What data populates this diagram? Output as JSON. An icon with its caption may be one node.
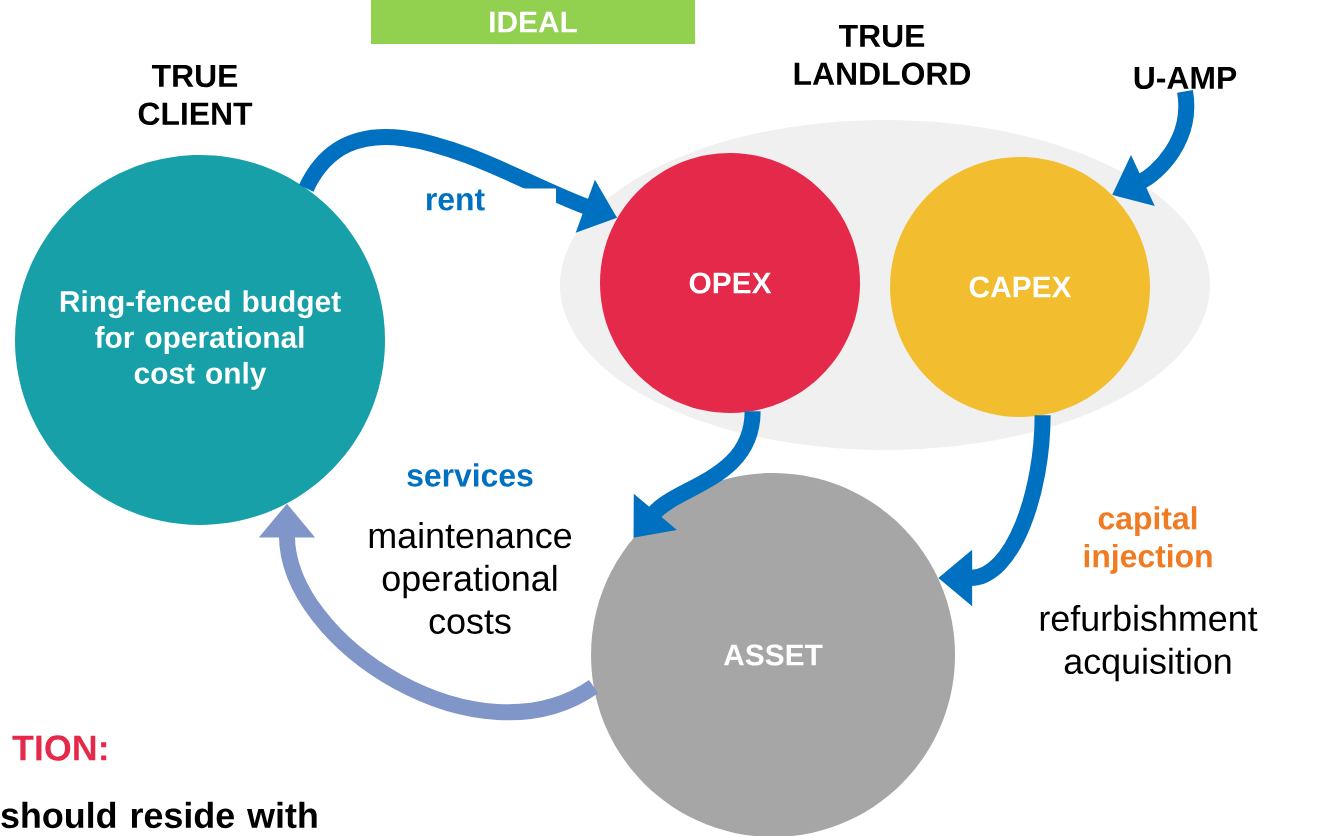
{
  "diagram": {
    "nodes": [
      {
        "text": [
          "IDEAL"
        ]
      },
      {
        "text": [
          "TRUE CLIENT",
          "Ring-fenced budget for operational cost only"
        ]
      },
      {
        "text": [
          "TRUE LANDLORD"
        ]
      },
      {
        "text": [
          "OPEX"
        ],
        "in": 2
      },
      {
        "text": [
          "CAPEX"
        ],
        "in": 2
      },
      {
        "text": [
          "U-AMP"
        ]
      },
      {
        "text": [
          "ASSET"
        ]
      }
    ],
    "edges": [
      {
        "from": 1,
        "to": 3,
        "arrow": "to",
        "label": "rent"
      },
      {
        "from": 5,
        "to": 4,
        "arrow": "to"
      },
      {
        "from": 3,
        "to": 6,
        "arrow": "to"
      },
      {
        "from": 4,
        "to": 6,
        "arrow": "to",
        "label": "capital injection"
      },
      {
        "from": 6,
        "to": 1,
        "arrow": "to",
        "label": "services",
        "color": "#8096c8"
      }
    ],
    "labels": [
      "maintenance operational costs",
      "refurbishment acquisition",
      "TION:",
      "should reside with"
    ]
  }
}
